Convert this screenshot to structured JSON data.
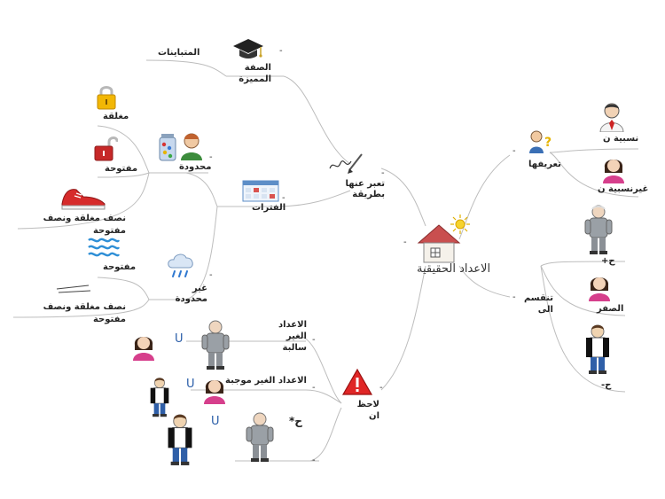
{
  "root": {
    "label": "الاعداد الحقيقية"
  },
  "right": {
    "definition": {
      "label": "تعريفها",
      "children": [
        "نسبية ن",
        "غيرنسبية ن"
      ]
    },
    "division": {
      "label": "تنقسم الى",
      "children": [
        "ح+",
        "الصفر",
        "ح-"
      ]
    }
  },
  "left": {
    "expression": {
      "label": "تعبر عنها بطريقة",
      "feature": {
        "label": "الصفة المميزة",
        "child": "المتباينات"
      },
      "intervals": {
        "label": "الفترات",
        "bounded": {
          "label": "محدودة",
          "children": [
            "مغلقة",
            "مفتوحة",
            "نصف مغلقة ونصف مفتوحة"
          ]
        },
        "unbounded": {
          "label": "غير محدودة",
          "children": [
            "مفتوحة",
            "نصف مغلقة ونصف مفتوحة"
          ]
        }
      }
    },
    "notice": {
      "label": "لاحظ ان",
      "children": [
        "الاعداد الغير سالبة",
        "الاعداد الغير موجبة",
        "ح*"
      ]
    }
  },
  "union_symbol": "U",
  "dash": "-",
  "colors": {
    "line": "#b9b9b9",
    "text": "#222222",
    "union": "#2a5da8",
    "warning": "#d92222",
    "house": "#c94f4f"
  }
}
